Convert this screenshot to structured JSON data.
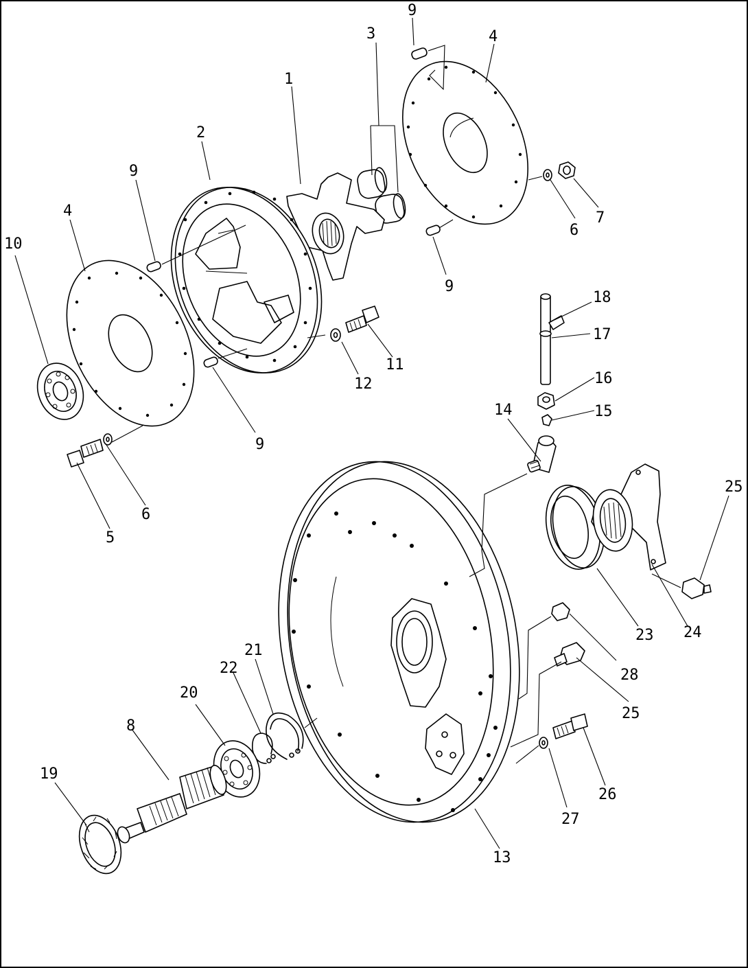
{
  "labels": {
    "l1": "1",
    "l2": "2",
    "l3": "3",
    "l4a": "4",
    "l4b": "4",
    "l5": "5",
    "l6a": "6",
    "l6b": "6",
    "l7": "7",
    "l8": "8",
    "l9a": "9",
    "l9b": "9",
    "l9c": "9",
    "l9d": "9",
    "l10": "10",
    "l11": "11",
    "l12": "12",
    "l13": "13",
    "l14": "14",
    "l15": "15",
    "l16": "16",
    "l17": "17",
    "l18": "18",
    "l19": "19",
    "l20": "20",
    "l21": "21",
    "l22": "22",
    "l23": "23",
    "l24": "24",
    "l25a": "25",
    "l25b": "25",
    "l26": "26",
    "l27": "27",
    "l28": "28"
  }
}
